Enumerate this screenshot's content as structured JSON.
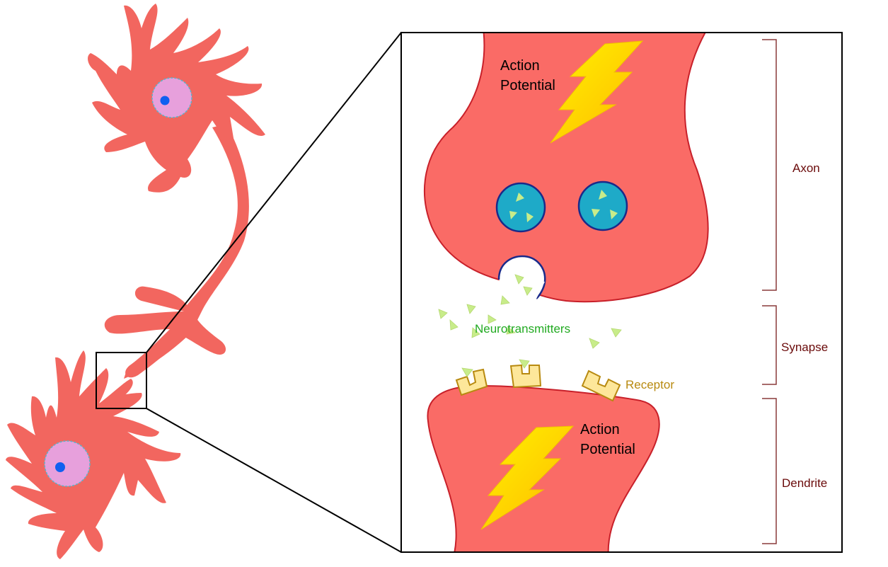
{
  "labels": {
    "action_potential_top_line1": "Action",
    "action_potential_top_line2": "Potential",
    "action_potential_bottom_line1": "Action",
    "action_potential_bottom_line2": "Potential",
    "neurotransmitters": "Neurotransmitters",
    "receptor": "Receptor",
    "axon": "Axon",
    "synapse": "Synapse",
    "dendrite": "Dendrite"
  },
  "colors": {
    "neuron": "#f2665f",
    "neuron_fill": "#fa6b66",
    "membrane": "#c8202a",
    "nucleus": "#e7a0dc",
    "nucleolus": "#1060f0",
    "vesicle": "#1eaac8",
    "vesicle_border": "#1a2a8a",
    "neurotransmitter": "#c8ec8a",
    "receptor": "#fde79a",
    "receptor_border": "#b88a10",
    "bracket": "#8a3a3a",
    "label_region": "#6a0a0a",
    "label_nt": "#22aa22",
    "label_receptor": "#b88a10"
  }
}
